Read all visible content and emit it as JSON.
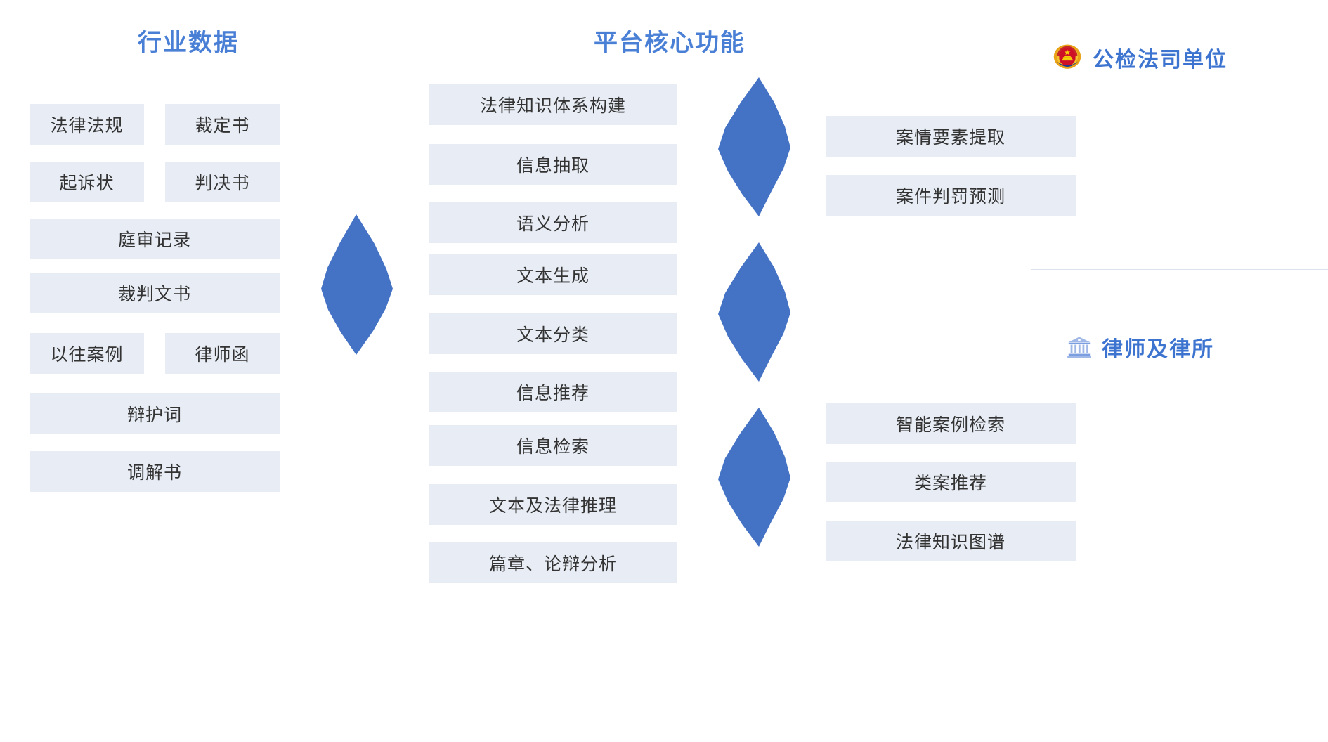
{
  "diagram": {
    "title_left": "行业数据",
    "title_middle": "平台核心功能",
    "left_column": {
      "heading": "行业数据",
      "items": [
        {
          "label": "法律法规",
          "row": 0,
          "side": "left"
        },
        {
          "label": "裁定书",
          "row": 0,
          "side": "right"
        },
        {
          "label": "起诉状",
          "row": 1,
          "side": "left"
        },
        {
          "label": "判决书",
          "row": 1,
          "side": "right"
        },
        {
          "label": "庭审记录",
          "row": 2,
          "side": "full"
        },
        {
          "label": "裁判文书",
          "row": 3,
          "side": "full"
        },
        {
          "label": "以往案例",
          "row": 4,
          "side": "left"
        },
        {
          "label": "律师函",
          "row": 4,
          "side": "right"
        },
        {
          "label": "辩护词",
          "row": 5,
          "side": "full"
        },
        {
          "label": "调解书",
          "row": 6,
          "side": "full"
        }
      ]
    },
    "middle_column": {
      "heading": "平台核心功能",
      "items": [
        "法律知识体系构建",
        "信息抽取",
        "语义分析",
        "文本生成",
        "文本分类",
        "信息推荐",
        "信息检索",
        "文本及法律推理",
        "篇章、论辩分析"
      ]
    },
    "right_groups": [
      {
        "heading": "公检法司单位",
        "icon": "national-emblem-icon",
        "items": [
          "案情要素提取",
          "案件判罚预测"
        ]
      },
      {
        "heading": "律师及律所",
        "icon": "courthouse-bank-icon",
        "items": [
          "智能案例检索",
          "类案推荐",
          "法律知识图谱"
        ]
      }
    ],
    "arrows": [
      {
        "name": "arrow-data-to-platform"
      },
      {
        "name": "arrow-platform-to-gov"
      },
      {
        "name": "arrow-platform-to-lawyer"
      },
      {
        "name": "arrow-platform-to-lawfirm"
      }
    ],
    "colors": {
      "accent_blue": "#4A7FD6",
      "arrow_blue": "#4472C4",
      "box_fill": "#E8EDF5",
      "box_text": "#333333",
      "background": "#FFFFFF",
      "divider": "#DDE3EC"
    }
  }
}
